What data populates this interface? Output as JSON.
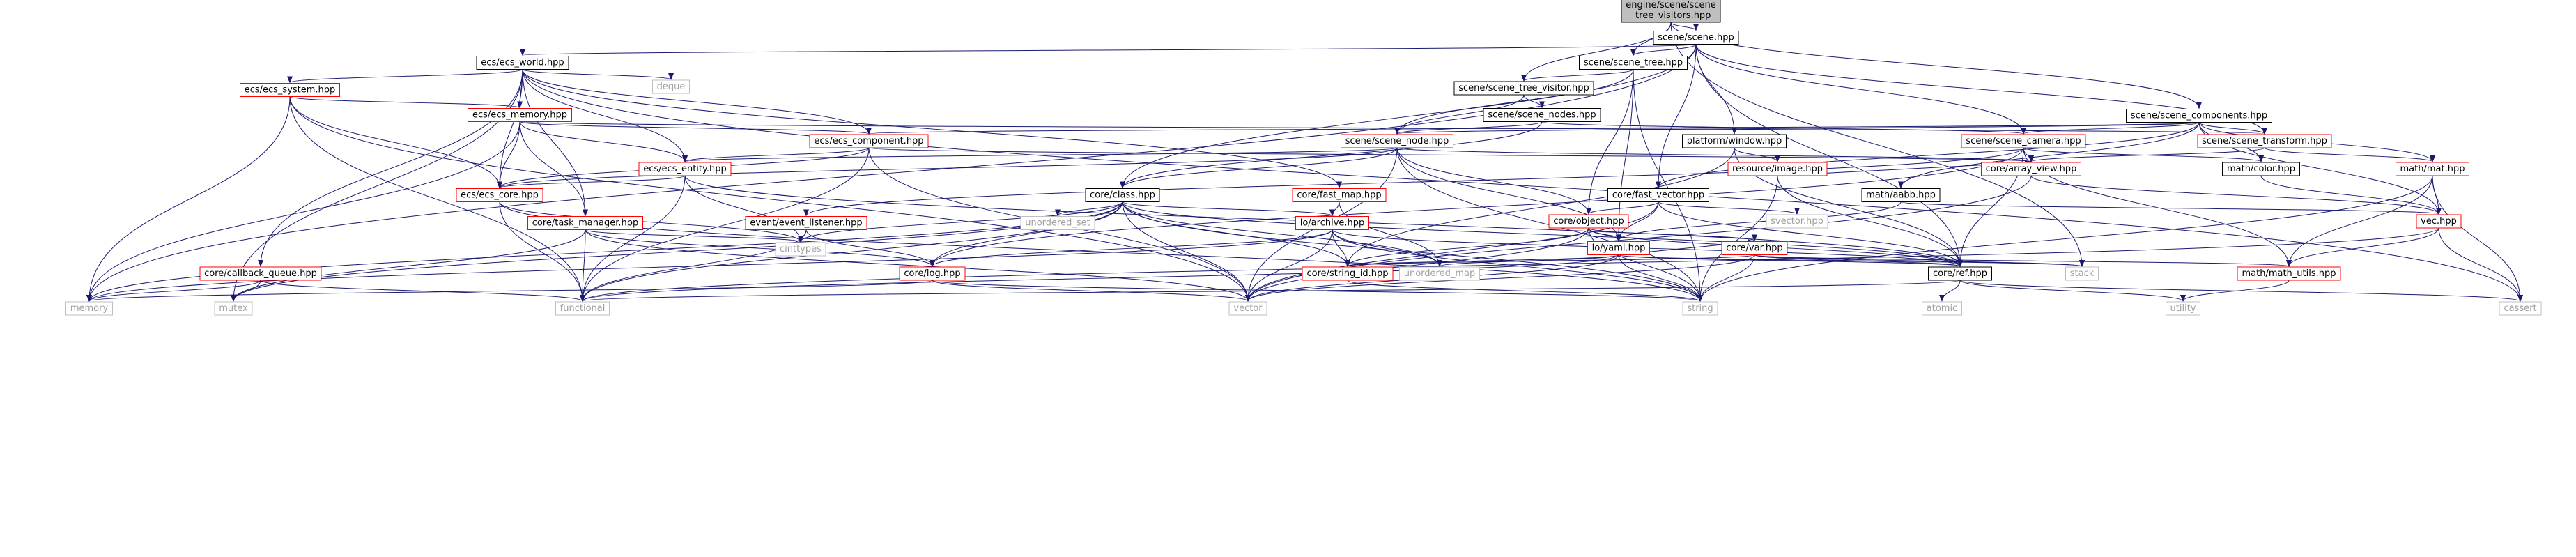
{
  "colors": {
    "edge": "#191970",
    "box_black": "#000000",
    "box_red": "#ff0000",
    "box_gray": "#bfbfbf",
    "root_fill": "#bfbfbf",
    "text_black": "#000000",
    "text_gray": "#a0a0a0"
  },
  "nodes": [
    {
      "id": "n0",
      "label": "engine/scene/scene\n_tree_visitors.hpp",
      "style": "root"
    },
    {
      "id": "n1",
      "label": "scene/scene.hpp",
      "style": "black"
    },
    {
      "id": "n2",
      "label": "ecs/ecs_world.hpp",
      "style": "black"
    },
    {
      "id": "n3",
      "label": "scene/scene_tree.hpp",
      "style": "black"
    },
    {
      "id": "n4",
      "label": "deque",
      "style": "gray"
    },
    {
      "id": "n5",
      "label": "ecs/ecs_system.hpp",
      "style": "red"
    },
    {
      "id": "n6",
      "label": "scene/scene_tree_visitor.hpp",
      "style": "black"
    },
    {
      "id": "n7",
      "label": "ecs/ecs_memory.hpp",
      "style": "red"
    },
    {
      "id": "n8",
      "label": "scene/scene_nodes.hpp",
      "style": "black"
    },
    {
      "id": "n9",
      "label": "scene/scene_components.hpp",
      "style": "black"
    },
    {
      "id": "n10",
      "label": "ecs/ecs_component.hpp",
      "style": "red"
    },
    {
      "id": "n11",
      "label": "scene/scene_node.hpp",
      "style": "red"
    },
    {
      "id": "n12",
      "label": "platform/window.hpp",
      "style": "black"
    },
    {
      "id": "n13",
      "label": "scene/scene_camera.hpp",
      "style": "red"
    },
    {
      "id": "n14",
      "label": "scene/scene_transform.hpp",
      "style": "red"
    },
    {
      "id": "n15",
      "label": "ecs/ecs_entity.hpp",
      "style": "red"
    },
    {
      "id": "n16",
      "label": "resource/image.hpp",
      "style": "red"
    },
    {
      "id": "n17",
      "label": "core/array_view.hpp",
      "style": "red"
    },
    {
      "id": "n18",
      "label": "math/color.hpp",
      "style": "black"
    },
    {
      "id": "n19",
      "label": "math/aabb.hpp",
      "style": "black"
    },
    {
      "id": "n20",
      "label": "math/mat.hpp",
      "style": "red"
    },
    {
      "id": "n21",
      "label": "core/fast_vector.hpp",
      "style": "black"
    },
    {
      "id": "n22",
      "label": "ecs/ecs_core.hpp",
      "style": "red"
    },
    {
      "id": "n23",
      "label": "core/class.hpp",
      "style": "black"
    },
    {
      "id": "n24",
      "label": "core/fast_map.hpp",
      "style": "red"
    },
    {
      "id": "n25",
      "label": "core/object.hpp",
      "style": "red"
    },
    {
      "id": "n26",
      "label": "svector.hpp",
      "style": "gray"
    },
    {
      "id": "n27",
      "label": "vec.hpp",
      "style": "red"
    },
    {
      "id": "n28",
      "label": "core/task_manager.hpp",
      "style": "red"
    },
    {
      "id": "n29",
      "label": "event/event_listener.hpp",
      "style": "red"
    },
    {
      "id": "n30",
      "label": "io/archive.hpp",
      "style": "red"
    },
    {
      "id": "n31",
      "label": "unordered_set",
      "style": "gray"
    },
    {
      "id": "n32",
      "label": "io/yaml.hpp",
      "style": "red"
    },
    {
      "id": "n33",
      "label": "core/var.hpp",
      "style": "red"
    },
    {
      "id": "n34",
      "label": "cinttypes",
      "style": "gray"
    },
    {
      "id": "n35",
      "label": "core/callback_queue.hpp",
      "style": "red"
    },
    {
      "id": "n36",
      "label": "core/log.hpp",
      "style": "red"
    },
    {
      "id": "n37",
      "label": "core/string_id.hpp",
      "style": "red"
    },
    {
      "id": "n38",
      "label": "unordered_map",
      "style": "gray"
    },
    {
      "id": "n39",
      "label": "core/ref.hpp",
      "style": "black"
    },
    {
      "id": "n40",
      "label": "stack",
      "style": "gray"
    },
    {
      "id": "n41",
      "label": "math/math_utils.hpp",
      "style": "red"
    },
    {
      "id": "n42",
      "label": "memory",
      "style": "gray"
    },
    {
      "id": "n43",
      "label": "mutex",
      "style": "gray"
    },
    {
      "id": "n44",
      "label": "functional",
      "style": "gray"
    },
    {
      "id": "n45",
      "label": "vector",
      "style": "gray"
    },
    {
      "id": "n46",
      "label": "string",
      "style": "gray"
    },
    {
      "id": "n47",
      "label": "atomic",
      "style": "gray"
    },
    {
      "id": "n48",
      "label": "utility",
      "style": "gray"
    },
    {
      "id": "n49",
      "label": "cassert",
      "style": "gray"
    }
  ],
  "edges": [
    [
      "n0",
      "n1"
    ],
    [
      "n0",
      "n3"
    ],
    [
      "n0",
      "n6"
    ],
    [
      "n0",
      "n9"
    ],
    [
      "n0",
      "n40"
    ],
    [
      "n1",
      "n2"
    ],
    [
      "n1",
      "n3"
    ],
    [
      "n1",
      "n23"
    ],
    [
      "n1",
      "n21"
    ],
    [
      "n1",
      "n12"
    ],
    [
      "n1",
      "n13"
    ],
    [
      "n1",
      "n14"
    ],
    [
      "n1",
      "n42"
    ],
    [
      "n1",
      "n39"
    ],
    [
      "n2",
      "n4"
    ],
    [
      "n2",
      "n5"
    ],
    [
      "n2",
      "n7"
    ],
    [
      "n2",
      "n10"
    ],
    [
      "n2",
      "n15"
    ],
    [
      "n2",
      "n22"
    ],
    [
      "n2",
      "n24"
    ],
    [
      "n2",
      "n28"
    ],
    [
      "n2",
      "n35"
    ],
    [
      "n2",
      "n43"
    ],
    [
      "n2",
      "n49"
    ],
    [
      "n3",
      "n6"
    ],
    [
      "n3",
      "n11"
    ],
    [
      "n3",
      "n25"
    ],
    [
      "n3",
      "n32"
    ],
    [
      "n3",
      "n46"
    ],
    [
      "n5",
      "n7"
    ],
    [
      "n5",
      "n22"
    ],
    [
      "n5",
      "n42"
    ],
    [
      "n5",
      "n44"
    ],
    [
      "n5",
      "n45"
    ],
    [
      "n6",
      "n8"
    ],
    [
      "n6",
      "n11"
    ],
    [
      "n7",
      "n10"
    ],
    [
      "n7",
      "n15"
    ],
    [
      "n7",
      "n22"
    ],
    [
      "n7",
      "n28"
    ],
    [
      "n7",
      "n42"
    ],
    [
      "n7",
      "n14"
    ],
    [
      "n8",
      "n11"
    ],
    [
      "n8",
      "n13"
    ],
    [
      "n8",
      "n23"
    ],
    [
      "n9",
      "n10"
    ],
    [
      "n9",
      "n11"
    ],
    [
      "n9",
      "n13"
    ],
    [
      "n9",
      "n14"
    ],
    [
      "n9",
      "n18"
    ],
    [
      "n9",
      "n19"
    ],
    [
      "n9",
      "n20"
    ],
    [
      "n9",
      "n21"
    ],
    [
      "n9",
      "n27"
    ],
    [
      "n10",
      "n15"
    ],
    [
      "n10",
      "n22"
    ],
    [
      "n10",
      "n17"
    ],
    [
      "n10",
      "n44"
    ],
    [
      "n10",
      "n45"
    ],
    [
      "n11",
      "n15"
    ],
    [
      "n11",
      "n23"
    ],
    [
      "n11",
      "n25"
    ],
    [
      "n11",
      "n17"
    ],
    [
      "n11",
      "n32"
    ],
    [
      "n11",
      "n45"
    ],
    [
      "n11",
      "n46"
    ],
    [
      "n11",
      "n22"
    ],
    [
      "n12",
      "n16"
    ],
    [
      "n12",
      "n37"
    ],
    [
      "n12",
      "n39"
    ],
    [
      "n13",
      "n17"
    ],
    [
      "n13",
      "n18"
    ],
    [
      "n13",
      "n41"
    ],
    [
      "n13",
      "n29"
    ],
    [
      "n13",
      "n39"
    ],
    [
      "n13",
      "n36"
    ],
    [
      "n14",
      "n20"
    ],
    [
      "n14",
      "n17"
    ],
    [
      "n15",
      "n22"
    ],
    [
      "n15",
      "n39"
    ],
    [
      "n15",
      "n34"
    ],
    [
      "n15",
      "n44"
    ],
    [
      "n16",
      "n17"
    ],
    [
      "n16",
      "n39"
    ],
    [
      "n16",
      "n46"
    ],
    [
      "n17",
      "n27"
    ],
    [
      "n17",
      "n45"
    ],
    [
      "n18",
      "n27"
    ],
    [
      "n19",
      "n27"
    ],
    [
      "n19",
      "n32"
    ],
    [
      "n20",
      "n27"
    ],
    [
      "n20",
      "n41"
    ],
    [
      "n20",
      "n49"
    ],
    [
      "n20",
      "n46"
    ],
    [
      "n21",
      "n26"
    ],
    [
      "n21",
      "n25"
    ],
    [
      "n21",
      "n32"
    ],
    [
      "n21",
      "n39"
    ],
    [
      "n21",
      "n45"
    ],
    [
      "n22",
      "n44"
    ],
    [
      "n22",
      "n34"
    ],
    [
      "n22",
      "n46"
    ],
    [
      "n23",
      "n30"
    ],
    [
      "n23",
      "n31"
    ],
    [
      "n23",
      "n37"
    ],
    [
      "n23",
      "n38"
    ],
    [
      "n23",
      "n44"
    ],
    [
      "n23",
      "n45"
    ],
    [
      "n23",
      "n46"
    ],
    [
      "n23",
      "n39"
    ],
    [
      "n23",
      "n36"
    ],
    [
      "n23",
      "n34"
    ],
    [
      "n23",
      "n43"
    ],
    [
      "n23",
      "n42"
    ],
    [
      "n24",
      "n30"
    ],
    [
      "n24",
      "n38"
    ],
    [
      "n25",
      "n32"
    ],
    [
      "n25",
      "n33"
    ],
    [
      "n25",
      "n37"
    ],
    [
      "n25",
      "n39"
    ],
    [
      "n25",
      "n45"
    ],
    [
      "n25",
      "n46"
    ],
    [
      "n27",
      "n41"
    ],
    [
      "n27",
      "n49"
    ],
    [
      "n27",
      "n44"
    ],
    [
      "n28",
      "n34"
    ],
    [
      "n28",
      "n36"
    ],
    [
      "n28",
      "n44"
    ],
    [
      "n28",
      "n45"
    ],
    [
      "n28",
      "n43"
    ],
    [
      "n29",
      "n34"
    ],
    [
      "n29",
      "n36"
    ],
    [
      "n29",
      "n44"
    ],
    [
      "n30",
      "n36"
    ],
    [
      "n30",
      "n37"
    ],
    [
      "n30",
      "n38"
    ],
    [
      "n30",
      "n45"
    ],
    [
      "n30",
      "n46"
    ],
    [
      "n30",
      "n39"
    ],
    [
      "n30",
      "n42"
    ],
    [
      "n32",
      "n33"
    ],
    [
      "n32",
      "n37"
    ],
    [
      "n32",
      "n38"
    ],
    [
      "n32",
      "n39"
    ],
    [
      "n32",
      "n40"
    ],
    [
      "n32",
      "n44"
    ],
    [
      "n32",
      "n45"
    ],
    [
      "n32",
      "n46"
    ],
    [
      "n33",
      "n37"
    ],
    [
      "n33",
      "n39"
    ],
    [
      "n33",
      "n41"
    ],
    [
      "n33",
      "n40"
    ],
    [
      "n33",
      "n45"
    ],
    [
      "n33",
      "n46"
    ],
    [
      "n35",
      "n42"
    ],
    [
      "n35",
      "n43"
    ],
    [
      "n35",
      "n44"
    ],
    [
      "n36",
      "n42"
    ],
    [
      "n36",
      "n45"
    ],
    [
      "n36",
      "n46"
    ],
    [
      "n37",
      "n46"
    ],
    [
      "n39",
      "n44"
    ],
    [
      "n39",
      "n47"
    ],
    [
      "n39",
      "n48"
    ],
    [
      "n39",
      "n49"
    ],
    [
      "n41",
      "n48"
    ]
  ]
}
